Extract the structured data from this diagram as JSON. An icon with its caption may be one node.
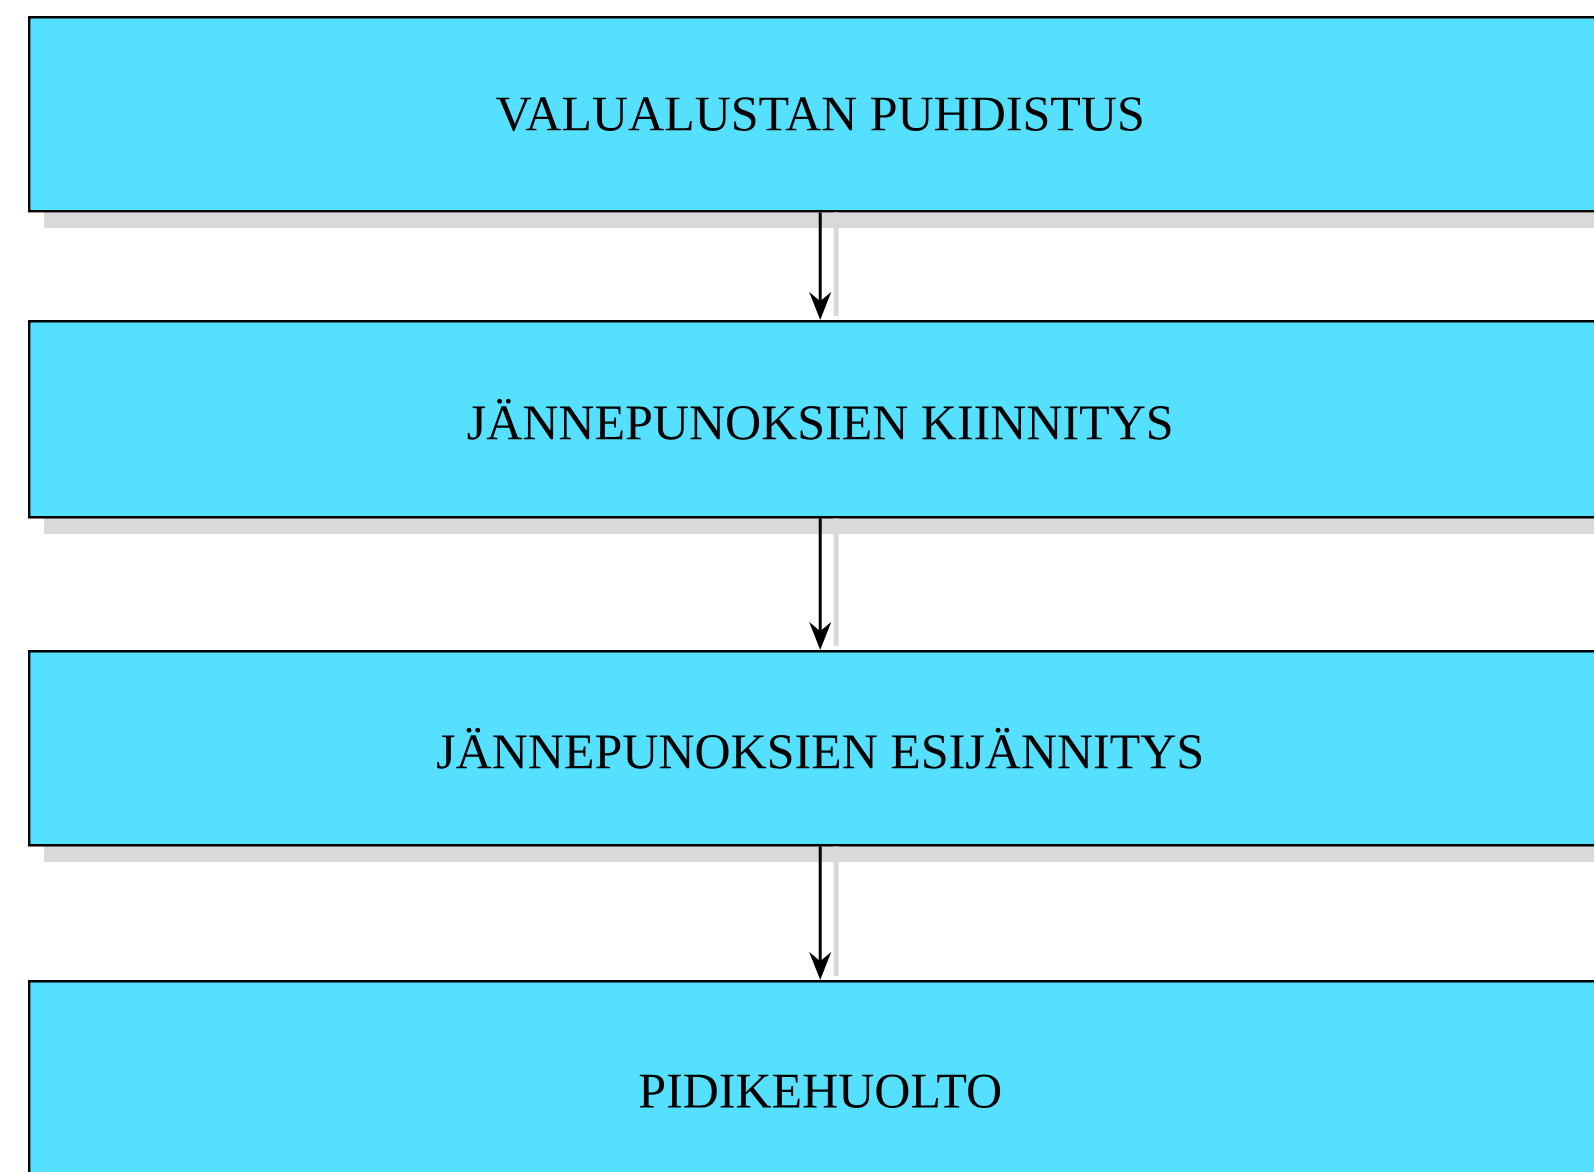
{
  "diagram": {
    "nodes": [
      {
        "text": [
          "VALUALUSTAN PUHDISTUS"
        ]
      },
      {
        "text": [
          "JÄNNEPUNOKSIEN KIINNITYS"
        ]
      },
      {
        "text": [
          "JÄNNEPUNOKSIEN ESIJÄNNITYS"
        ]
      },
      {
        "text": [
          "PIDIKEHUOLTO"
        ]
      }
    ],
    "edges": [
      {
        "from": 0,
        "to": 1,
        "arrow": "to"
      },
      {
        "from": 1,
        "to": 2,
        "arrow": "to"
      },
      {
        "from": 2,
        "to": 3,
        "arrow": "to"
      }
    ]
  }
}
